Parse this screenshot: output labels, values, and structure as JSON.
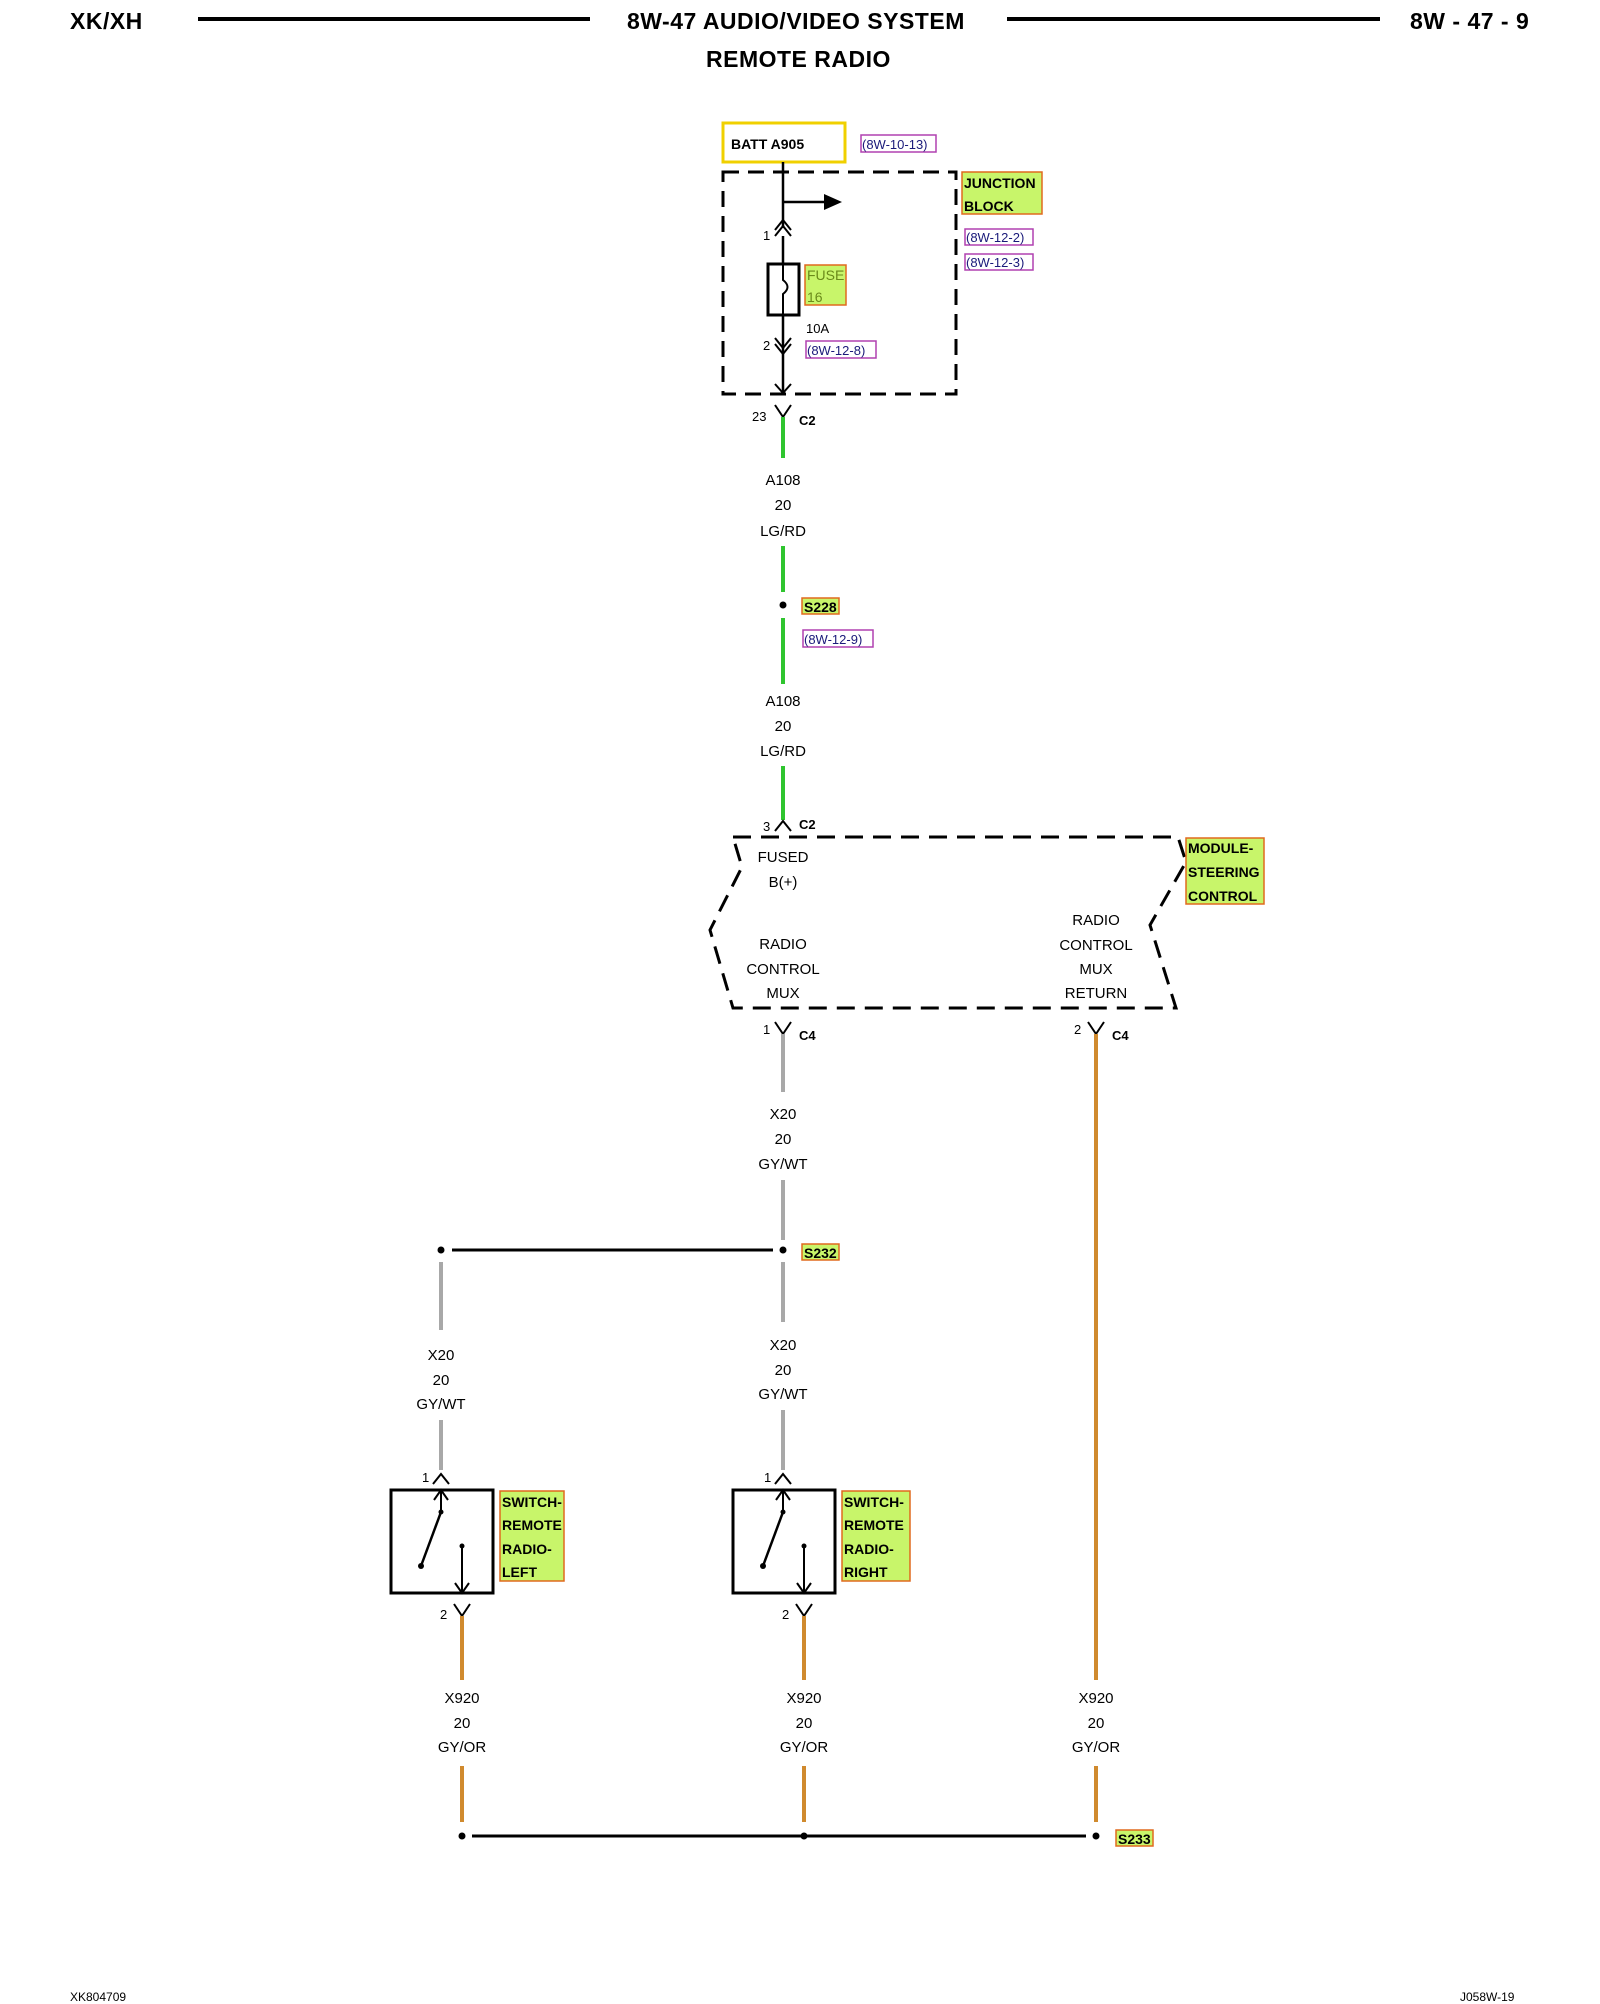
{
  "header": {
    "model": "XK/XH",
    "title": "8W-47 AUDIO/VIDEO SYSTEM",
    "subtitle": "REMOTE RADIO",
    "page": "8W - 47 - 9"
  },
  "footer": {
    "left_code": "XK804709",
    "right_code": "J058W-19"
  },
  "colors": {
    "wire_lg_rd": "#2fc52f",
    "wire_gy_wt": "#a8a8a8",
    "wire_gy_or": "#d08a2e",
    "highlight_fill": "#c8f56a",
    "highlight_border": "#e06a1e",
    "ref_border": "#b040b0",
    "batt_border": "#f0d000"
  },
  "power": {
    "batt": "BATT A905",
    "batt_ref": "(8W-10-13)",
    "junction_block": [
      "JUNCTION",
      "BLOCK"
    ],
    "jb_refs": [
      "(8W-12-2)",
      "(8W-12-3)"
    ],
    "fuse_label": [
      "FUSE",
      "16"
    ],
    "fuse_rating": "10A",
    "fuse_ref": "(8W-12-8)",
    "fuse_pin_top": "1",
    "fuse_pin_bottom": "2",
    "jb_out_pin": "23",
    "jb_out_conn": "C2"
  },
  "wires": {
    "a108_upper": [
      "A108",
      "20",
      "LG/RD"
    ],
    "a108_lower": [
      "A108",
      "20",
      "LG/RD"
    ],
    "x20_main": [
      "X20",
      "20",
      "GY/WT"
    ],
    "x20_left": [
      "X20",
      "20",
      "GY/WT"
    ],
    "x20_right": [
      "X20",
      "20",
      "GY/WT"
    ],
    "x920_left": [
      "X920",
      "20",
      "GY/OR"
    ],
    "x920_right": [
      "X920",
      "20",
      "GY/OR"
    ],
    "x920_return": [
      "X920",
      "20",
      "GY/OR"
    ]
  },
  "splices": {
    "s228": "S228",
    "s228_ref": "(8W-12-9)",
    "s232": "S232",
    "s233": "S233"
  },
  "module": {
    "name": [
      "MODULE-",
      "STEERING",
      "CONTROL"
    ],
    "in_pin": "3",
    "in_conn": "C2",
    "fused": [
      "FUSED",
      "B(+)"
    ],
    "mux": [
      "RADIO",
      "CONTROL",
      "MUX"
    ],
    "mux_return": [
      "RADIO",
      "CONTROL",
      "MUX",
      "RETURN"
    ],
    "out_pin_1": "1",
    "out_pin_2": "2",
    "out_conn": "C4"
  },
  "switches": {
    "left": [
      "SWITCH-",
      "REMOTE",
      "RADIO-",
      "LEFT"
    ],
    "right": [
      "SWITCH-",
      "REMOTE",
      "RADIO-",
      "RIGHT"
    ],
    "pin_in": "1",
    "pin_out": "2"
  }
}
